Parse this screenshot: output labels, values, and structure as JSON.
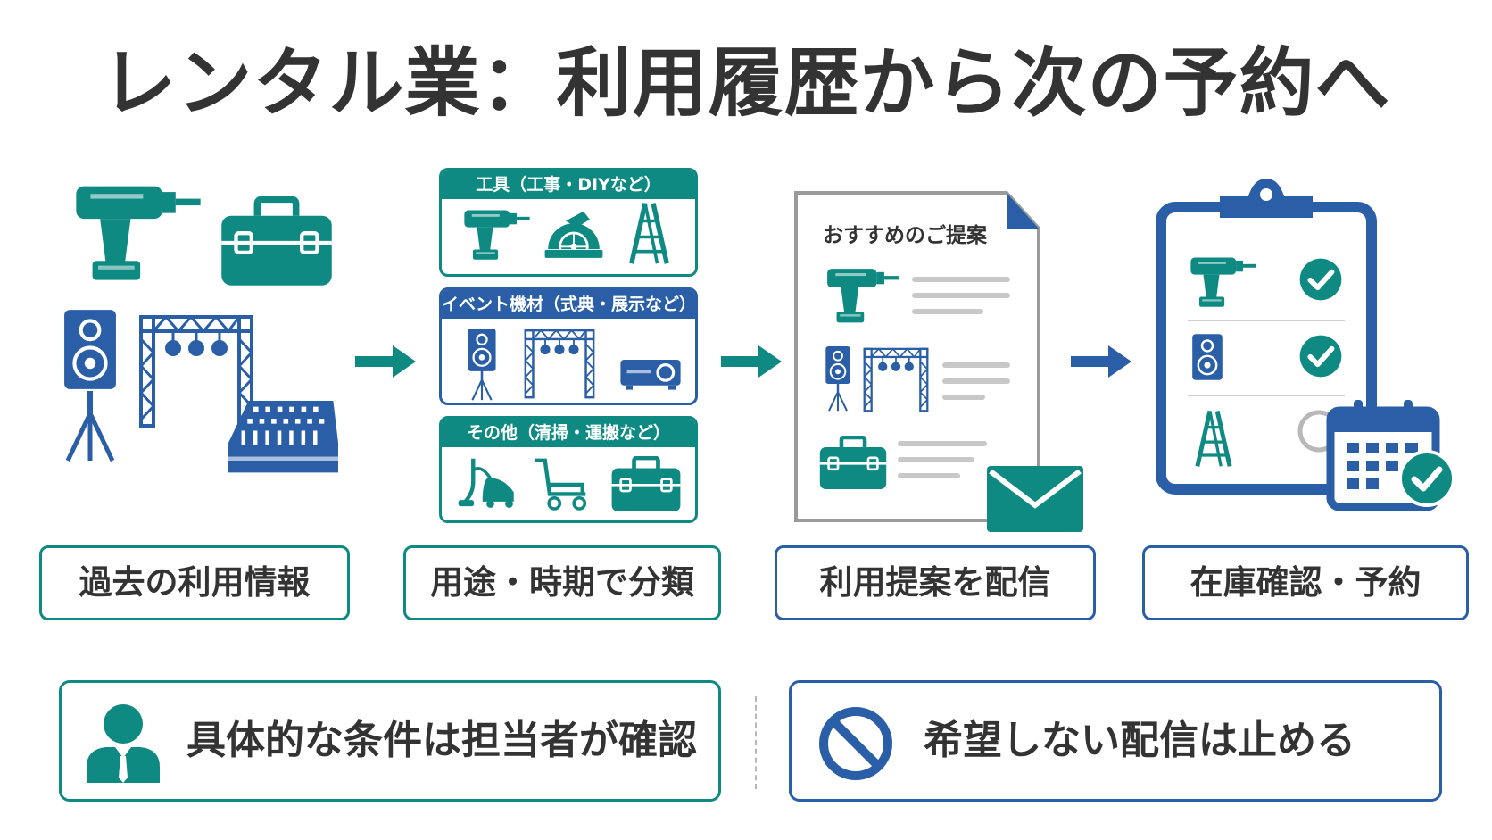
{
  "title": "レンタル業：利用履歴から次の予約へ",
  "colors": {
    "teal": "#0f8a82",
    "blue": "#2a5fa8",
    "text": "#333333",
    "grey": "#9a9a9a"
  },
  "categories": [
    {
      "label": "工具（工事・DIYなど）",
      "icons": [
        "drill-icon",
        "circular-saw-icon",
        "ladder-icon"
      ]
    },
    {
      "label": "イベント機材（式典・展示など）",
      "icons": [
        "speaker-icon",
        "truss-lights-icon",
        "projector-icon"
      ]
    },
    {
      "label": "その他（清掃・運搬など）",
      "icons": [
        "vacuum-icon",
        "cart-icon",
        "toolbox-icon"
      ]
    }
  ],
  "proposal": {
    "heading": "おすすめのご提案"
  },
  "stages": [
    {
      "label": "過去の利用情報"
    },
    {
      "label": "用途・時期で分類"
    },
    {
      "label": "利用提案を配信"
    },
    {
      "label": "在庫確認・予約"
    }
  ],
  "notes": [
    {
      "text": "具体的な条件は担当者が確認",
      "icon": "person-icon"
    },
    {
      "text": "希望しない配信は止める",
      "icon": "prohibited-icon"
    }
  ]
}
